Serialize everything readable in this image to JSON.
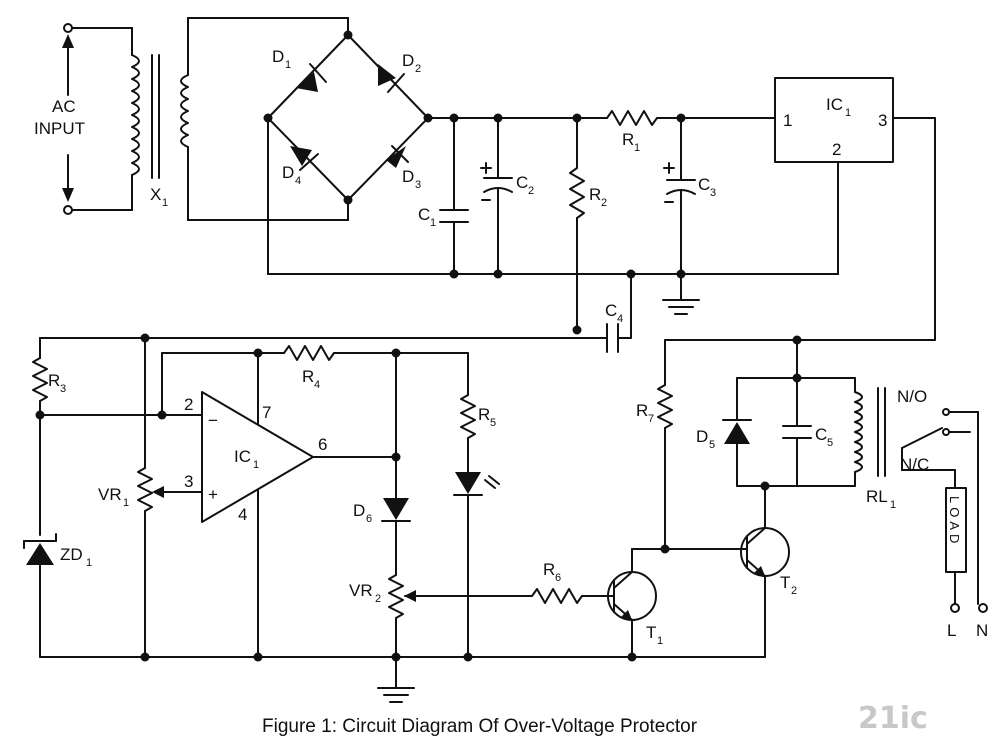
{
  "caption": "Figure 1: Circuit Diagram Of Over-Voltage Protector",
  "watermark": "21ic",
  "labels": {
    "ac": "AC",
    "input": "INPUT",
    "x": "X",
    "x_sub": "1",
    "d1": "D",
    "d1_sub": "1",
    "d2": "D",
    "d2_sub": "2",
    "d3": "D",
    "d3_sub": "3",
    "d4": "D",
    "d4_sub": "4",
    "c1": "C",
    "c1_sub": "1",
    "c2": "C",
    "c2_sub": "2",
    "r2": "R",
    "r2_sub": "2",
    "r1": "R",
    "r1_sub": "1",
    "c3": "C",
    "c3_sub": "3",
    "ic_reg": "IC",
    "ic_reg_sub": "1",
    "ic_reg_pin1": "1",
    "ic_reg_pin2": "2",
    "ic_reg_pin3": "3",
    "c4": "C",
    "c4_sub": "4",
    "r3": "R",
    "r3_sub": "3",
    "r4": "R",
    "r4_sub": "4",
    "r5": "R",
    "r5_sub": "5",
    "ic_op": "IC",
    "ic_op_sub": "1",
    "op_pin2": "2",
    "op_pin3": "3",
    "op_pin4": "4",
    "op_pin6": "6",
    "op_pin7": "7",
    "minus": "−",
    "plus": "+",
    "vr1": "VR",
    "vr1_sub": "1",
    "zd1": "ZD",
    "zd1_sub": "1",
    "d6": "D",
    "d6_sub": "6",
    "vr2": "VR",
    "vr2_sub": "2",
    "r6": "R",
    "r6_sub": "6",
    "t1": "T",
    "t1_sub": "1",
    "t2": "T",
    "t2_sub": "2",
    "r7": "R",
    "r7_sub": "7",
    "d5": "D",
    "d5_sub": "5",
    "c5": "C",
    "c5_sub": "5",
    "rl1": "RL",
    "rl1_sub": "1",
    "no": "N/O",
    "nc": "N/C",
    "load": "LOAD",
    "l": "L",
    "n": "N"
  }
}
